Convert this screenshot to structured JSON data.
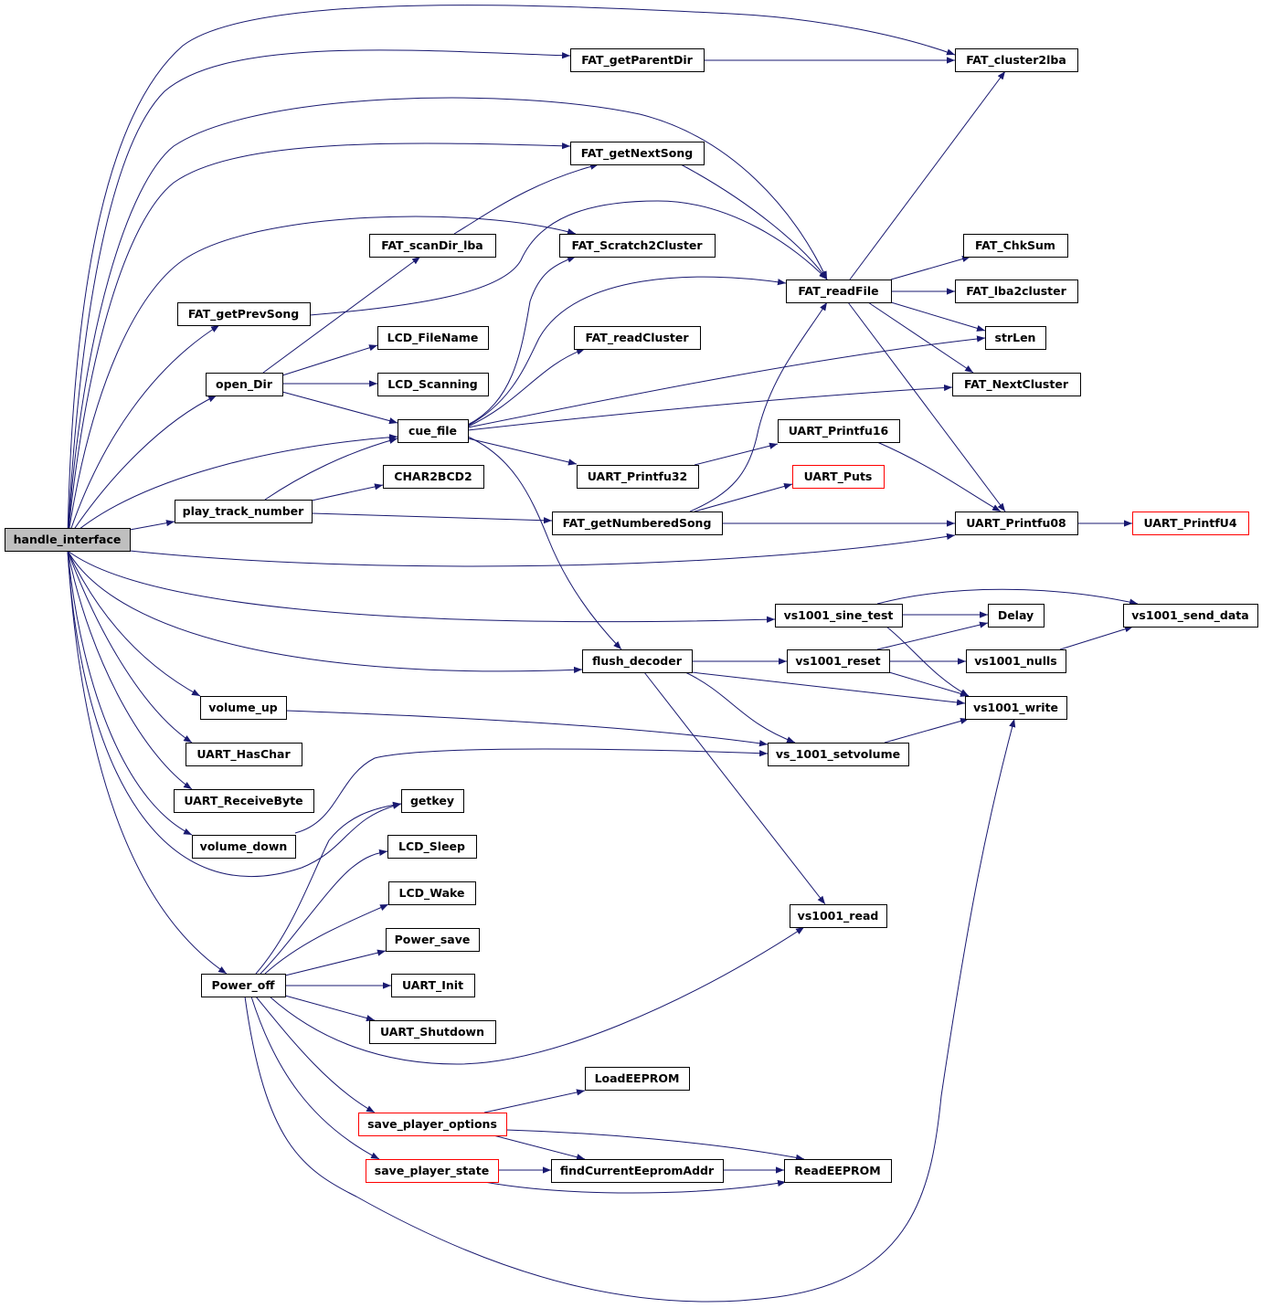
{
  "colors": {
    "edge": "#191970",
    "root_fill": "#bfbfbf",
    "truncated_border": "#ff0000"
  },
  "nodes": [
    {
      "id": "handle_interface",
      "label": "handle_interface",
      "root": true
    },
    {
      "id": "FAT_getParentDir",
      "label": "FAT_getParentDir"
    },
    {
      "id": "FAT_cluster2lba",
      "label": "FAT_cluster2lba"
    },
    {
      "id": "FAT_getNextSong",
      "label": "FAT_getNextSong"
    },
    {
      "id": "FAT_scanDir_lba",
      "label": "FAT_scanDir_lba"
    },
    {
      "id": "FAT_Scratch2Cluster",
      "label": "FAT_Scratch2Cluster"
    },
    {
      "id": "FAT_readFile",
      "label": "FAT_readFile"
    },
    {
      "id": "FAT_ChkSum",
      "label": "FAT_ChkSum"
    },
    {
      "id": "FAT_lba2cluster",
      "label": "FAT_lba2cluster"
    },
    {
      "id": "FAT_getPrevSong",
      "label": "FAT_getPrevSong"
    },
    {
      "id": "LCD_FileName",
      "label": "LCD_FileName"
    },
    {
      "id": "FAT_readCluster",
      "label": "FAT_readCluster"
    },
    {
      "id": "strLen",
      "label": "strLen"
    },
    {
      "id": "open_Dir",
      "label": "open_Dir"
    },
    {
      "id": "LCD_Scanning",
      "label": "LCD_Scanning"
    },
    {
      "id": "FAT_NextCluster",
      "label": "FAT_NextCluster"
    },
    {
      "id": "cue_file",
      "label": "cue_file"
    },
    {
      "id": "UART_Printfu16",
      "label": "UART_Printfu16"
    },
    {
      "id": "UART_Printfu32",
      "label": "UART_Printfu32"
    },
    {
      "id": "UART_Puts",
      "label": "UART_Puts",
      "truncated": true
    },
    {
      "id": "CHAR2BCD2",
      "label": "CHAR2BCD2"
    },
    {
      "id": "play_track_number",
      "label": "play_track_number"
    },
    {
      "id": "FAT_getNumberedSong",
      "label": "FAT_getNumberedSong"
    },
    {
      "id": "UART_Printfu08",
      "label": "UART_Printfu08"
    },
    {
      "id": "UART_PrintfU4",
      "label": "UART_PrintfU4",
      "truncated": true
    },
    {
      "id": "vs1001_sine_test",
      "label": "vs1001_sine_test"
    },
    {
      "id": "Delay",
      "label": "Delay"
    },
    {
      "id": "vs1001_send_data",
      "label": "vs1001_send_data"
    },
    {
      "id": "flush_decoder",
      "label": "flush_decoder"
    },
    {
      "id": "vs1001_reset",
      "label": "vs1001_reset"
    },
    {
      "id": "vs1001_nulls",
      "label": "vs1001_nulls"
    },
    {
      "id": "volume_up",
      "label": "volume_up"
    },
    {
      "id": "vs1001_write",
      "label": "vs1001_write"
    },
    {
      "id": "UART_HasChar",
      "label": "UART_HasChar"
    },
    {
      "id": "vs_1001_setvolume",
      "label": "vs_1001_setvolume"
    },
    {
      "id": "UART_ReceiveByte",
      "label": "UART_ReceiveByte"
    },
    {
      "id": "getkey",
      "label": "getkey"
    },
    {
      "id": "volume_down",
      "label": "volume_down"
    },
    {
      "id": "LCD_Sleep",
      "label": "LCD_Sleep"
    },
    {
      "id": "LCD_Wake",
      "label": "LCD_Wake"
    },
    {
      "id": "vs1001_read",
      "label": "vs1001_read"
    },
    {
      "id": "Power_save",
      "label": "Power_save"
    },
    {
      "id": "Power_off",
      "label": "Power_off"
    },
    {
      "id": "UART_Init",
      "label": "UART_Init"
    },
    {
      "id": "UART_Shutdown",
      "label": "UART_Shutdown"
    },
    {
      "id": "LoadEEPROM",
      "label": "LoadEEPROM"
    },
    {
      "id": "save_player_options",
      "label": "save_player_options",
      "truncated": true
    },
    {
      "id": "save_player_state",
      "label": "save_player_state",
      "truncated": true
    },
    {
      "id": "findCurrentEepromAddr",
      "label": "findCurrentEepromAddr"
    },
    {
      "id": "ReadEEPROM",
      "label": "ReadEEPROM"
    }
  ],
  "edges": [
    [
      "handle_interface",
      "FAT_getParentDir"
    ],
    [
      "handle_interface",
      "FAT_cluster2lba"
    ],
    [
      "handle_interface",
      "FAT_getNextSong"
    ],
    [
      "handle_interface",
      "FAT_Scratch2Cluster"
    ],
    [
      "handle_interface",
      "FAT_readFile"
    ],
    [
      "handle_interface",
      "FAT_getPrevSong"
    ],
    [
      "handle_interface",
      "open_Dir"
    ],
    [
      "handle_interface",
      "cue_file"
    ],
    [
      "handle_interface",
      "play_track_number"
    ],
    [
      "handle_interface",
      "UART_Printfu08"
    ],
    [
      "handle_interface",
      "vs1001_sine_test"
    ],
    [
      "handle_interface",
      "flush_decoder"
    ],
    [
      "handle_interface",
      "volume_up"
    ],
    [
      "handle_interface",
      "UART_HasChar"
    ],
    [
      "handle_interface",
      "UART_ReceiveByte"
    ],
    [
      "handle_interface",
      "volume_down"
    ],
    [
      "handle_interface",
      "getkey"
    ],
    [
      "handle_interface",
      "Power_off"
    ],
    [
      "FAT_getParentDir",
      "FAT_cluster2lba"
    ],
    [
      "FAT_getNextSong",
      "FAT_readFile"
    ],
    [
      "FAT_scanDir_lba",
      "FAT_getNextSong"
    ],
    [
      "FAT_getPrevSong",
      "FAT_readFile"
    ],
    [
      "FAT_readFile",
      "FAT_cluster2lba"
    ],
    [
      "FAT_readFile",
      "FAT_ChkSum"
    ],
    [
      "FAT_readFile",
      "FAT_lba2cluster"
    ],
    [
      "FAT_readFile",
      "strLen"
    ],
    [
      "FAT_readFile",
      "FAT_NextCluster"
    ],
    [
      "FAT_readFile",
      "UART_Printfu08"
    ],
    [
      "open_Dir",
      "FAT_scanDir_lba"
    ],
    [
      "open_Dir",
      "LCD_FileName"
    ],
    [
      "open_Dir",
      "LCD_Scanning"
    ],
    [
      "open_Dir",
      "cue_file"
    ],
    [
      "cue_file",
      "FAT_Scratch2Cluster"
    ],
    [
      "cue_file",
      "FAT_readFile"
    ],
    [
      "cue_file",
      "FAT_readCluster"
    ],
    [
      "cue_file",
      "strLen"
    ],
    [
      "cue_file",
      "FAT_NextCluster"
    ],
    [
      "cue_file",
      "UART_Printfu32"
    ],
    [
      "cue_file",
      "flush_decoder"
    ],
    [
      "UART_Printfu32",
      "UART_Printfu16"
    ],
    [
      "UART_Printfu16",
      "UART_Printfu08"
    ],
    [
      "play_track_number",
      "cue_file"
    ],
    [
      "play_track_number",
      "CHAR2BCD2"
    ],
    [
      "play_track_number",
      "FAT_getNumberedSong"
    ],
    [
      "FAT_getNumberedSong",
      "FAT_readFile"
    ],
    [
      "FAT_getNumberedSong",
      "UART_Puts"
    ],
    [
      "FAT_getNumberedSong",
      "UART_Printfu08"
    ],
    [
      "UART_Printfu08",
      "UART_PrintfU4"
    ],
    [
      "vs1001_sine_test",
      "vs1001_send_data"
    ],
    [
      "vs1001_sine_test",
      "Delay"
    ],
    [
      "vs1001_sine_test",
      "vs1001_write"
    ],
    [
      "flush_decoder",
      "vs1001_reset"
    ],
    [
      "flush_decoder",
      "vs1001_write"
    ],
    [
      "flush_decoder",
      "vs_1001_setvolume"
    ],
    [
      "flush_decoder",
      "vs1001_read"
    ],
    [
      "vs1001_reset",
      "Delay"
    ],
    [
      "vs1001_reset",
      "vs1001_nulls"
    ],
    [
      "vs1001_reset",
      "vs1001_write"
    ],
    [
      "vs1001_nulls",
      "vs1001_send_data"
    ],
    [
      "volume_up",
      "vs_1001_setvolume"
    ],
    [
      "volume_down",
      "vs_1001_setvolume"
    ],
    [
      "vs_1001_setvolume",
      "vs1001_write"
    ],
    [
      "Power_off",
      "getkey"
    ],
    [
      "Power_off",
      "LCD_Sleep"
    ],
    [
      "Power_off",
      "LCD_Wake"
    ],
    [
      "Power_off",
      "Power_save"
    ],
    [
      "Power_off",
      "UART_Init"
    ],
    [
      "Power_off",
      "UART_Shutdown"
    ],
    [
      "Power_off",
      "vs1001_read"
    ],
    [
      "Power_off",
      "save_player_options"
    ],
    [
      "Power_off",
      "save_player_state"
    ],
    [
      "Power_off",
      "vs1001_write"
    ],
    [
      "save_player_options",
      "LoadEEPROM"
    ],
    [
      "save_player_options",
      "findCurrentEepromAddr"
    ],
    [
      "save_player_options",
      "ReadEEPROM"
    ],
    [
      "save_player_state",
      "findCurrentEepromAddr"
    ],
    [
      "save_player_state",
      "ReadEEPROM"
    ],
    [
      "findCurrentEepromAddr",
      "ReadEEPROM"
    ]
  ]
}
